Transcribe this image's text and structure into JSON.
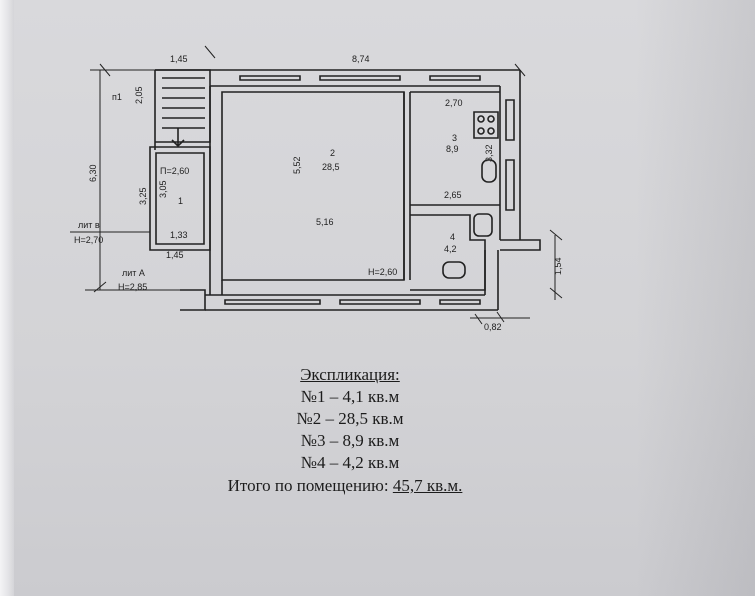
{
  "plan": {
    "dims": {
      "top_width": "8,74",
      "top_left": "1,45",
      "stair_height": "2,05",
      "left_total": "6,30",
      "left_room": "3,25",
      "left_inner": "3,05",
      "room2_height": "5,52",
      "room2_width": "5,16",
      "room3_top": "2,70",
      "room3_side": "3,32",
      "room3_bottom": "2,65",
      "bottom_left": "1,45",
      "room1_width": "1,33",
      "right_side": "1,54",
      "bottom_right": "0,82"
    },
    "labels": {
      "stair": "п1",
      "ceiling_room1": "П=2,60",
      "ceiling_room2": "Н=2,60",
      "lit_b": "лит в",
      "lit_b_height": "Н=2,70",
      "lit_a": "лит А",
      "lit_a_height": "Н=2,85"
    },
    "rooms": [
      {
        "number": "1",
        "area": ""
      },
      {
        "number": "2",
        "area": "28,5"
      },
      {
        "number": "3",
        "area": "8,9"
      },
      {
        "number": "4",
        "area": "4,2"
      }
    ]
  },
  "legend": {
    "title": "Экспликация:",
    "lines": [
      "№1 – 4,1 кв.м",
      "№2 – 28,5 кв.м",
      "№3 – 8,9 кв.м",
      "№4 – 4,2 кв.м"
    ],
    "total_label": "Итого по помещению: ",
    "total_value": "45,7 кв.м."
  },
  "colors": {
    "ink": "#222222",
    "paper": "#d5d5d8"
  }
}
